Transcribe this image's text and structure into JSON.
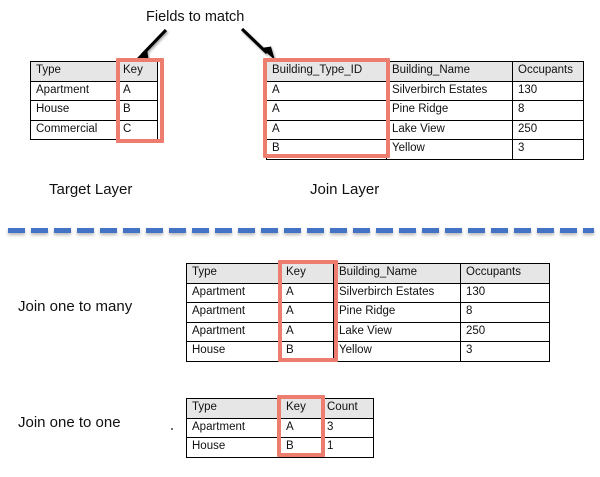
{
  "annotations": {
    "fields_to_match": "Fields to match",
    "target_layer": "Target Layer",
    "join_layer": "Join Layer",
    "join_one_to_many": "Join one to many",
    "join_one_to_one": "Join one to one"
  },
  "colors": {
    "highlight_box": "#ED7D6E",
    "divider": "#4472C4",
    "header_fill": "#E6E6E6",
    "border": "#000000",
    "text": "#111111"
  },
  "tables": {
    "target_layer": {
      "caption": "Target Layer",
      "columns": [
        "Type",
        "Key"
      ],
      "highlight_column": "Key",
      "rows": [
        [
          "Apartment",
          "A"
        ],
        [
          "House",
          "B"
        ],
        [
          "Commercial",
          "C"
        ]
      ]
    },
    "join_layer": {
      "caption": "Join Layer",
      "columns": [
        "Building_Type_ID",
        "Building_Name",
        "Occupants"
      ],
      "highlight_column": "Building_Type_ID",
      "rows": [
        [
          "A",
          "Silverbirch Estates",
          "130"
        ],
        [
          "A",
          "Pine Ridge",
          "8"
        ],
        [
          "A",
          "Lake View",
          "250"
        ],
        [
          "B",
          "Yellow",
          "3"
        ]
      ]
    },
    "one_to_many": {
      "caption": "Join one to many",
      "columns": [
        "Type",
        "Key",
        "Building_Name",
        "Occupants"
      ],
      "highlight_column": "Key",
      "rows": [
        [
          "Apartment",
          "A",
          "Silverbirch Estates",
          "130"
        ],
        [
          "Apartment",
          "A",
          "Pine Ridge",
          "8"
        ],
        [
          "Apartment",
          "A",
          "Lake View",
          "250"
        ],
        [
          "House",
          "B",
          "Yellow",
          "3"
        ]
      ]
    },
    "one_to_one": {
      "caption": "Join one to one",
      "columns": [
        "Type",
        "Key",
        "Count"
      ],
      "highlight_column": "Key",
      "rows": [
        [
          "Apartment",
          "A",
          "3"
        ],
        [
          "House",
          "B",
          "1"
        ]
      ]
    }
  },
  "icons": {
    "arrow_left": "arrow-down-left-icon",
    "arrow_right": "arrow-down-right-icon",
    "divider": "dashed-divider-icon"
  }
}
